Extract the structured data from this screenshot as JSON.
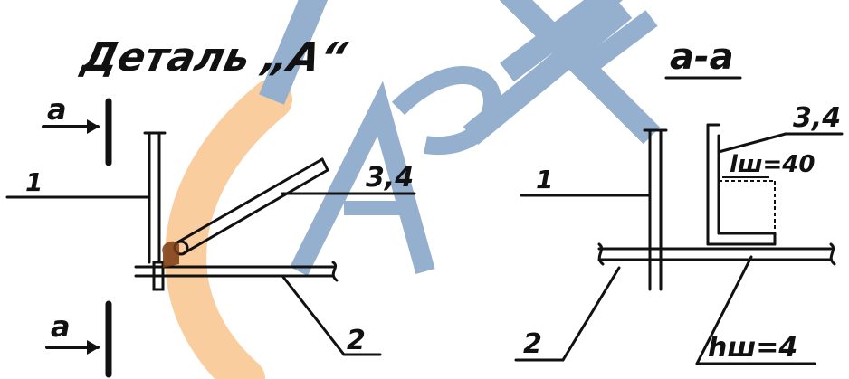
{
  "detail_left": {
    "title": "Деталь „А“",
    "section_mark_top": "а",
    "section_mark_bottom": "а",
    "callout_1": "1",
    "callout_2": "2",
    "callout_34": "3,4"
  },
  "section_right": {
    "title": "а-а",
    "callout_1": "1",
    "callout_2": "2",
    "callout_34": "3,4",
    "weld_length": "lш=40",
    "weld_height": "hш=4"
  },
  "colors": {
    "ink": "#111111",
    "watermark_blue": "#3f6fa8",
    "watermark_orange": "#f39a3c",
    "weld_brown": "#7a3a12"
  }
}
